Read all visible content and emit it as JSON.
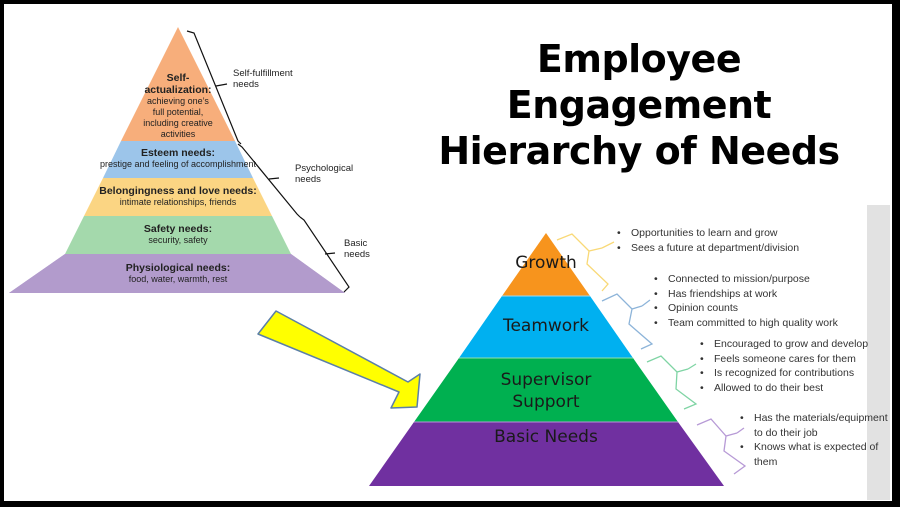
{
  "title": {
    "line1": "Employee Engagement",
    "line2": "Hierarchy of Needs"
  },
  "maslow_pyramid": {
    "levels": [
      {
        "heading_line1": "Self-",
        "heading_line2": "actualization:",
        "desc": [
          "achieving one’s",
          "full potential,",
          "including creative",
          "activities"
        ],
        "color": "#f7ae7b"
      },
      {
        "heading": "Esteem needs:",
        "desc": "prestige and feeling of accomplishment",
        "color": "#9cc5ea"
      },
      {
        "heading": "Belongingness and love needs:",
        "desc": "intimate relationships, friends",
        "color": "#fbd583"
      },
      {
        "heading": "Safety needs:",
        "desc": "security, safety",
        "color": "#a4d9ac"
      },
      {
        "heading": "Physiological needs:",
        "desc": "food, water, warmth, rest",
        "color": "#b29bcc"
      }
    ],
    "groups": [
      {
        "line1": "Self-fulfillment",
        "line2": "needs"
      },
      {
        "line1": "Psychological",
        "line2": "needs"
      },
      {
        "line1": "Basic",
        "line2": "needs"
      }
    ]
  },
  "arrow": {
    "color": "#ffff00",
    "stroke": "#5b7fa8",
    "icon": "arrow-down-right-icon"
  },
  "engagement_pyramid": {
    "levels": [
      {
        "label": "Growth",
        "color": "#f7941d",
        "brace_color": "#f9d977",
        "bullets": [
          "Opportunities to learn and grow",
          "Sees a future at department/division"
        ]
      },
      {
        "label": "Teamwork",
        "color": "#00b0f0",
        "brace_color": "#8db4d9",
        "bullets": [
          "Connected to mission/purpose",
          "Has friendships at work",
          "Opinion counts",
          "Team committed to high quality work"
        ]
      },
      {
        "label_line1": "Supervisor",
        "label_line2": "Support",
        "color": "#00b050",
        "brace_color": "#7fd4a4",
        "bullets": [
          "Encouraged to grow and develop",
          "Feels someone cares for them",
          "Is recognized for contributions",
          "Allowed to do their best"
        ]
      },
      {
        "label": "Basic Needs",
        "color": "#7030a0",
        "brace_color": "#b79ad6",
        "bullets": [
          "Has the materials/equipment to do their job",
          "Knows what is expected of them"
        ]
      }
    ]
  }
}
